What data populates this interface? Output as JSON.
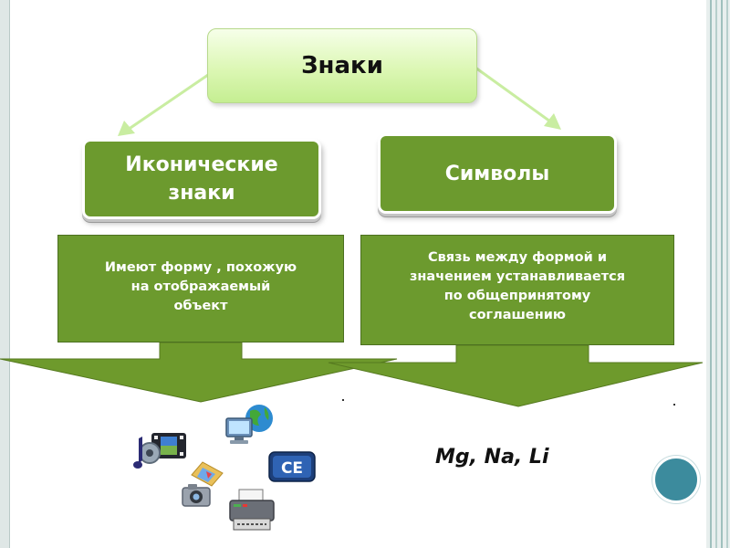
{
  "diagram": {
    "root": {
      "label": "Знаки"
    },
    "categories": [
      {
        "id": "iconic",
        "label_line1": "Иконические",
        "label_line2": "знаки",
        "description_lines": [
          "Имеют форму , похожую",
          "на отображаемый",
          "объект"
        ]
      },
      {
        "id": "symbols",
        "label_line1": "Символы",
        "description_lines": [
          "Связь между формой и",
          "значением устанавливается",
          "по общепринятому",
          "соглашению"
        ]
      }
    ],
    "examples": {
      "symbols_text": "Mg,  Na, Li",
      "iconic_icons": [
        "music-media-icon",
        "network-globe-icon",
        "photo-folder-icon",
        "ce-badge-icon",
        "printer-icon"
      ]
    }
  },
  "colors": {
    "category_green": "#6c9a2e",
    "root_green": "#c5ee92",
    "arrow_green": "#6e9a2c",
    "accent_teal": "#3c8b9d"
  }
}
